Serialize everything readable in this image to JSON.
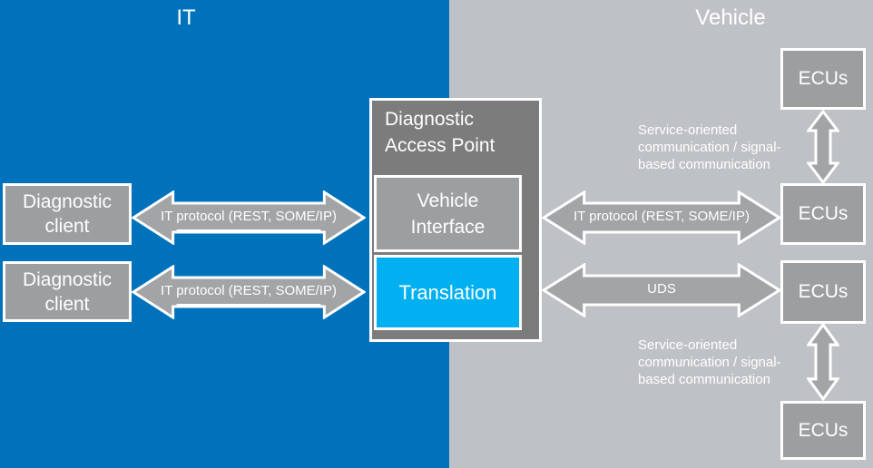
{
  "diagram": {
    "left_region": {
      "title": "IT"
    },
    "right_region": {
      "title": "Vehicle"
    },
    "clients": [
      {
        "label": "Diagnostic client"
      },
      {
        "label": "Diagnostic client"
      }
    ],
    "access_point": {
      "title": "Diagnostic Access Point",
      "modules": [
        {
          "label": "Vehicle Interface"
        },
        {
          "label": "Translation"
        }
      ]
    },
    "ecus": [
      {
        "label": "ECUs"
      },
      {
        "label": "ECUs"
      },
      {
        "label": "ECUs"
      },
      {
        "label": "ECUs"
      }
    ],
    "links": {
      "horizontal": [
        {
          "label": "IT protocol (REST, SOME/IP)",
          "underlined": true
        },
        {
          "label": "IT protocol (REST, SOME/IP)",
          "underlined": true
        },
        {
          "label": "IT protocol (REST, SOME/IP)",
          "underlined": false
        },
        {
          "label": "UDS",
          "underlined": false
        }
      ],
      "vertical": [
        {
          "label": "Service-oriented communication / signal-based communication",
          "lines": [
            "Service-oriented",
            "communication / signal-",
            "based communication"
          ]
        },
        {
          "label": "Service-oriented communication / signal-based communication",
          "lines": [
            "Service-oriented",
            "communication / signal-",
            "based communication"
          ]
        }
      ]
    },
    "colors": {
      "it_background": "#0072bc",
      "vehicle_background": "#bec2c6",
      "access_point_fill": "#7c7c7c",
      "box_fill": "#9c9ea0",
      "translation_fill": "#00b0f0",
      "arrow_fill": "#a2a4a6",
      "text": "#ffffff"
    }
  }
}
